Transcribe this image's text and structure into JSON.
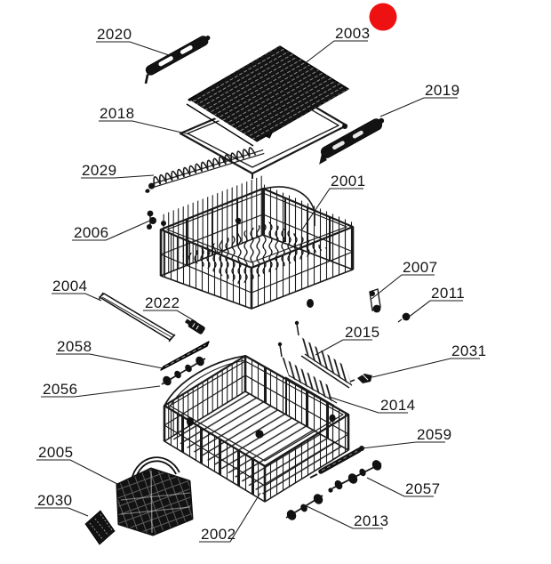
{
  "diagram": {
    "type": "exploded-parts-diagram",
    "subject": "dishwasher rack assembly exploded view",
    "background": "#ffffff",
    "line_color": "#1a1a1a",
    "marker": {
      "shape": "circle",
      "color": "#ee1111"
    }
  },
  "parts": [
    {
      "number": "2020"
    },
    {
      "number": "2003"
    },
    {
      "number": "2018"
    },
    {
      "number": "2019"
    },
    {
      "number": "2029"
    },
    {
      "number": "2001"
    },
    {
      "number": "2006"
    },
    {
      "number": "2007"
    },
    {
      "number": "2011"
    },
    {
      "number": "2004"
    },
    {
      "number": "2022"
    },
    {
      "number": "2058"
    },
    {
      "number": "2056"
    },
    {
      "number": "2015"
    },
    {
      "number": "2031"
    },
    {
      "number": "2014"
    },
    {
      "number": "2005"
    },
    {
      "number": "2030"
    },
    {
      "number": "2002"
    },
    {
      "number": "2059"
    },
    {
      "number": "2057"
    },
    {
      "number": "2013"
    }
  ]
}
